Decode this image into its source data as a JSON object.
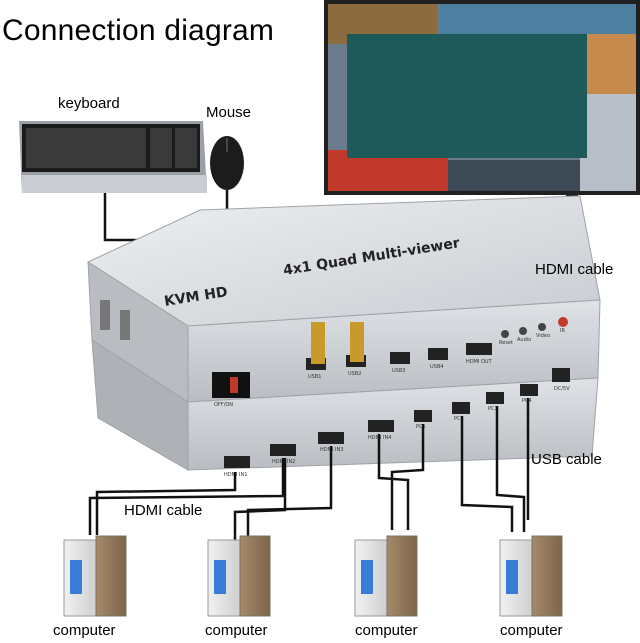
{
  "title": "Connection diagram",
  "labels": {
    "keyboard": "keyboard",
    "mouse": "Mouse",
    "hdmi_cable_top": "HDMI cable",
    "hdmi_cable_bottom": "HDMI cable",
    "usb_cable": "USB cable"
  },
  "device": {
    "brand": "KVM HD",
    "model": "4x1 Quad Multi-viewer",
    "top_ports": [
      "USB1",
      "USB2",
      "USB3",
      "USB4",
      "HDMI OUT"
    ],
    "buttons": [
      "Reset",
      "Audio",
      "Video",
      "IR"
    ],
    "bottom_ports": [
      "HDMI IN1",
      "HDMI IN2",
      "HDMI IN3",
      "HDMI IN4",
      "PC1",
      "PC2",
      "PC3",
      "PC4",
      "DC/5V"
    ],
    "switch_label": "OFF/ON"
  },
  "computers": [
    "computer",
    "computer",
    "computer",
    "computer"
  ],
  "colors": {
    "screen_fill": "#1f5a5a",
    "device_silver": "#cfd2d6",
    "cable": "#111111"
  }
}
